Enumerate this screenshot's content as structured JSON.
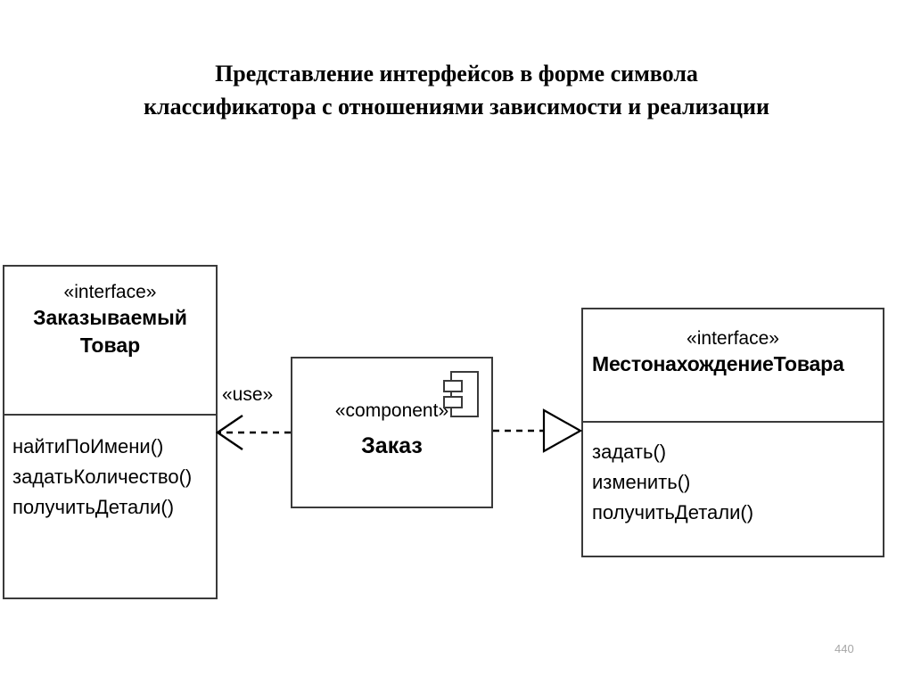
{
  "slide": {
    "title": "Представление интерфейсов в форме символа классификатора с отношениями зависимости и реализации",
    "page_number": "440",
    "background_color": "#ffffff",
    "line_color": "#3a3a3a",
    "text_color": "#000000",
    "page_number_color": "#a6a6a6"
  },
  "diagram": {
    "type": "uml-component-diagram",
    "left_interface": {
      "stereotype": "«interface»",
      "name_line1": "Заказываемый",
      "name_line2": "Товар",
      "operations": [
        "найтиПоИмени()",
        "задатьКоличество()",
        "получитьДетали()"
      ]
    },
    "component": {
      "stereotype": "«component»",
      "name": "Заказ",
      "icon": "component-icon"
    },
    "right_interface": {
      "stereotype": "«interface»",
      "name": "МестонахождениеТовара",
      "operations": [
        "задать()",
        "изменить()",
        "получитьДетали()"
      ]
    },
    "relationships": [
      {
        "id": "dependency",
        "label": "«use»",
        "kind": "dependency",
        "line_style": "dashed",
        "arrowhead": "open-arrow",
        "from": "component",
        "to": "left_interface"
      },
      {
        "id": "realization",
        "label": "",
        "kind": "realization",
        "line_style": "dashed",
        "arrowhead": "hollow-triangle",
        "from": "component",
        "to": "right_interface"
      }
    ]
  }
}
